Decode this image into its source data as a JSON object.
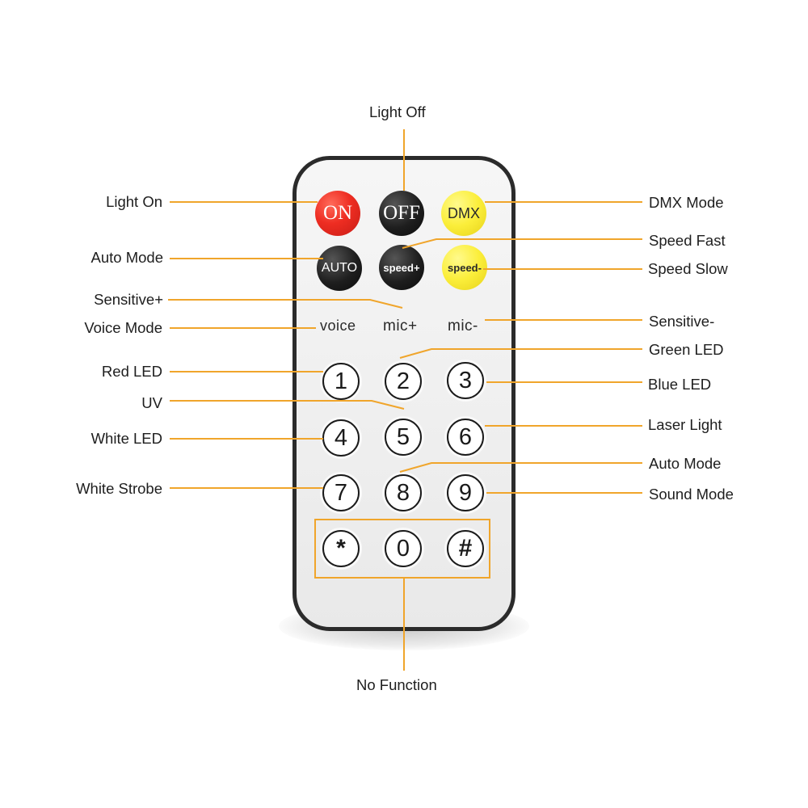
{
  "remote": {
    "row1": [
      {
        "id": "on",
        "text": "ON"
      },
      {
        "id": "off",
        "text": "OFF"
      },
      {
        "id": "dmx",
        "text": "DMX"
      }
    ],
    "row2": [
      {
        "id": "auto",
        "text": "AUTO"
      },
      {
        "id": "speed_plus",
        "text": "speed+"
      },
      {
        "id": "speed_minus",
        "text": "speed-"
      }
    ],
    "row3": [
      {
        "id": "voice",
        "text": "voice"
      },
      {
        "id": "mic_plus",
        "text": "mic+"
      },
      {
        "id": "mic_minus",
        "text": "mic-"
      }
    ],
    "keypad": [
      "1",
      "2",
      "3",
      "4",
      "5",
      "6",
      "7",
      "8",
      "9",
      "*",
      "0",
      "#"
    ]
  },
  "labels": {
    "light_off": "Light Off",
    "light_on": "Light On",
    "dmx_mode": "DMX Mode",
    "auto_mode_left": "Auto Mode",
    "speed_fast": "Speed Fast",
    "speed_slow": "Speed Slow",
    "sensitive_plus": "Sensitive+",
    "voice_mode": "Voice Mode",
    "sensitive_minus": "Sensitive-",
    "green_led": "Green LED",
    "red_led": "Red LED",
    "blue_led": "Blue LED",
    "uv": "UV",
    "laser_light": "Laser Light",
    "white_led": "White LED",
    "auto_mode_right": "Auto Mode",
    "white_strobe": "White Strobe",
    "sound_mode": "Sound Mode",
    "no_function": "No Function"
  },
  "colors": {
    "leader_line": "#f0a52b",
    "on_button": "#ee2d22",
    "black_button": "#1e1e1e",
    "yellow_button": "#fbee3a",
    "remote_border": "#2b2b2b"
  }
}
